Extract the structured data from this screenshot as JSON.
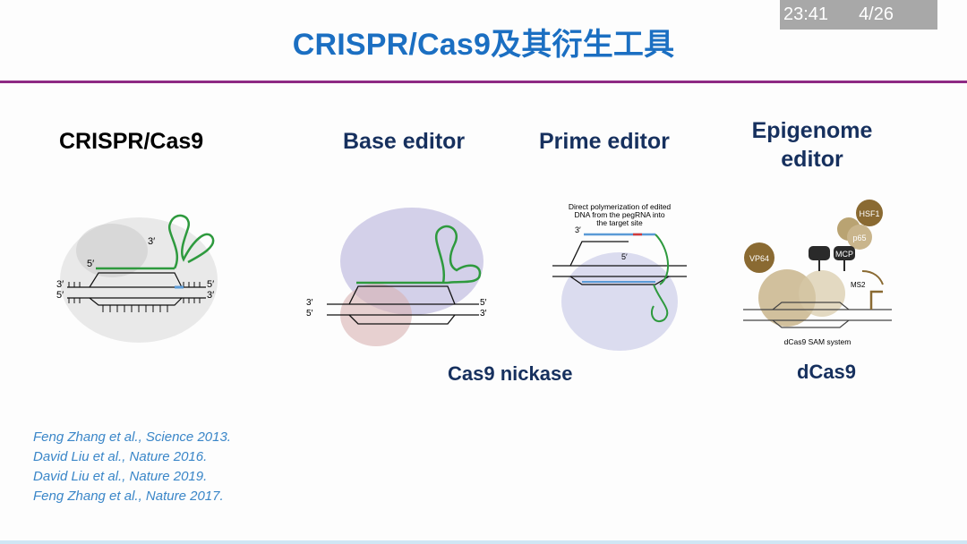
{
  "slide": {
    "title": "CRISPR/Cas9及其衍生工具",
    "status": {
      "time": "23:41",
      "page": "4/26"
    },
    "tools": {
      "crispr": "CRISPR/Cas9",
      "base": "Base editor",
      "prime": "Prime editor",
      "epigenome_line1": "Epigenome",
      "epigenome_line2": "editor"
    },
    "sublabels": {
      "nickase": "Cas9 nickase",
      "dcas9": "dCas9"
    },
    "prime_caption": [
      "Direct polymerization of edited",
      "DNA from the pegRNA into",
      "the target site"
    ],
    "epi_labels": {
      "hsf1": "HSF1",
      "p65": "p65",
      "vp64": "VP64",
      "mcp": "MCP",
      "ms2": "MS2",
      "system": "dCas9 SAM system"
    },
    "ends": {
      "three_prime": "3′",
      "five_prime": "5′"
    },
    "references": [
      "Feng Zhang et al., Science 2013.",
      "David Liu et al., Nature 2016.",
      "David Liu et al., Nature 2019.",
      "Feng Zhang et al., Nature 2017."
    ],
    "colors": {
      "title": "#1b6fc2",
      "rule": "#8e2a84",
      "guide_rna": "#2e9a3e",
      "reference": "#3a86c8"
    }
  }
}
